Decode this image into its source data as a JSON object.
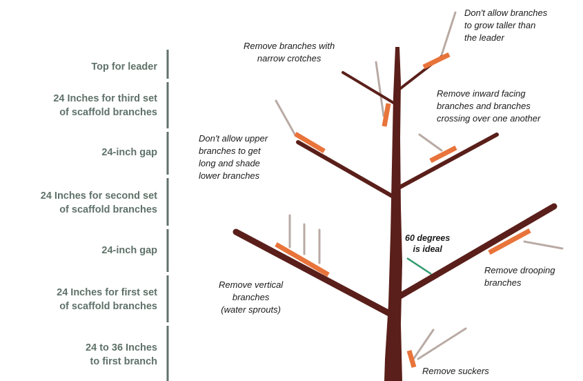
{
  "zones": [
    {
      "id": "top",
      "lines": [
        "Top for leader"
      ]
    },
    {
      "id": "third-set",
      "lines": [
        "24 Inches for third set",
        "of scaffold branches"
      ]
    },
    {
      "id": "gap-2",
      "lines": [
        "24-inch gap"
      ]
    },
    {
      "id": "second-set",
      "lines": [
        "24 Inches for second set",
        "of scaffold branches"
      ]
    },
    {
      "id": "gap-1",
      "lines": [
        "24-inch gap"
      ]
    },
    {
      "id": "first-set",
      "lines": [
        "24 Inches for first set",
        "of scaffold branches"
      ]
    },
    {
      "id": "to-first",
      "lines": [
        "24 to 36 Inches",
        "to first branch"
      ]
    }
  ],
  "notes": {
    "narrow_crotches": [
      "Remove branches with",
      "narrow crotches"
    ],
    "taller_than_leader": [
      "Don't allow branches",
      "to grow taller than",
      "the leader"
    ],
    "inward_facing": [
      "Remove inward facing",
      "branches and branches",
      "crossing over one another"
    ],
    "upper_shade": [
      "Don't allow upper",
      "branches to get",
      "long and shade",
      "lower branches"
    ],
    "angle": [
      "60 degrees",
      "is ideal"
    ],
    "drooping": [
      "Remove drooping",
      "branches"
    ],
    "vertical": [
      "Remove vertical",
      "branches",
      "(water sprouts)"
    ],
    "suckers": [
      "Remove suckers"
    ]
  },
  "colors": {
    "trunk": "#5a1f1a",
    "cut_mark": "#e8743b",
    "removed_branch": "#b9aaa4",
    "angle_line": "#2e9a6e",
    "zone_text": "#5f7169",
    "zone_divider": "#5f7169"
  }
}
